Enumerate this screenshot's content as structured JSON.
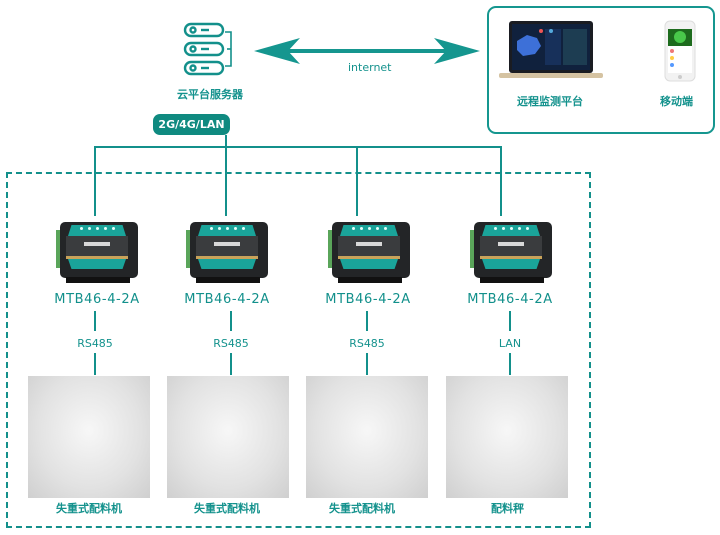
{
  "diagram": {
    "server": {
      "label": "云平台服务器",
      "icon": "server-stack-icon"
    },
    "link": {
      "label": "internet",
      "icon": "double-arrow-icon"
    },
    "network_badge": "2G/4G/LAN",
    "clients": [
      {
        "label": "远程监测平台",
        "icon": "laptop-dashboard-icon"
      },
      {
        "label": "移动端",
        "icon": "mobile-phone-icon"
      }
    ],
    "nodes": [
      {
        "model": "MTB46-4-2A",
        "protocol": "RS485",
        "machine": "失重式配料机"
      },
      {
        "model": "MTB46-4-2A",
        "protocol": "RS485",
        "machine": "失重式配料机"
      },
      {
        "model": "MTB46-4-2A",
        "protocol": "RS485",
        "machine": "失重式配料机"
      },
      {
        "model": "MTB46-4-2A",
        "protocol": "LAN",
        "machine": "配料秤"
      }
    ],
    "colors": {
      "accent": "#13908b",
      "badge": "#0f8a80",
      "device_body": "#232527"
    }
  }
}
